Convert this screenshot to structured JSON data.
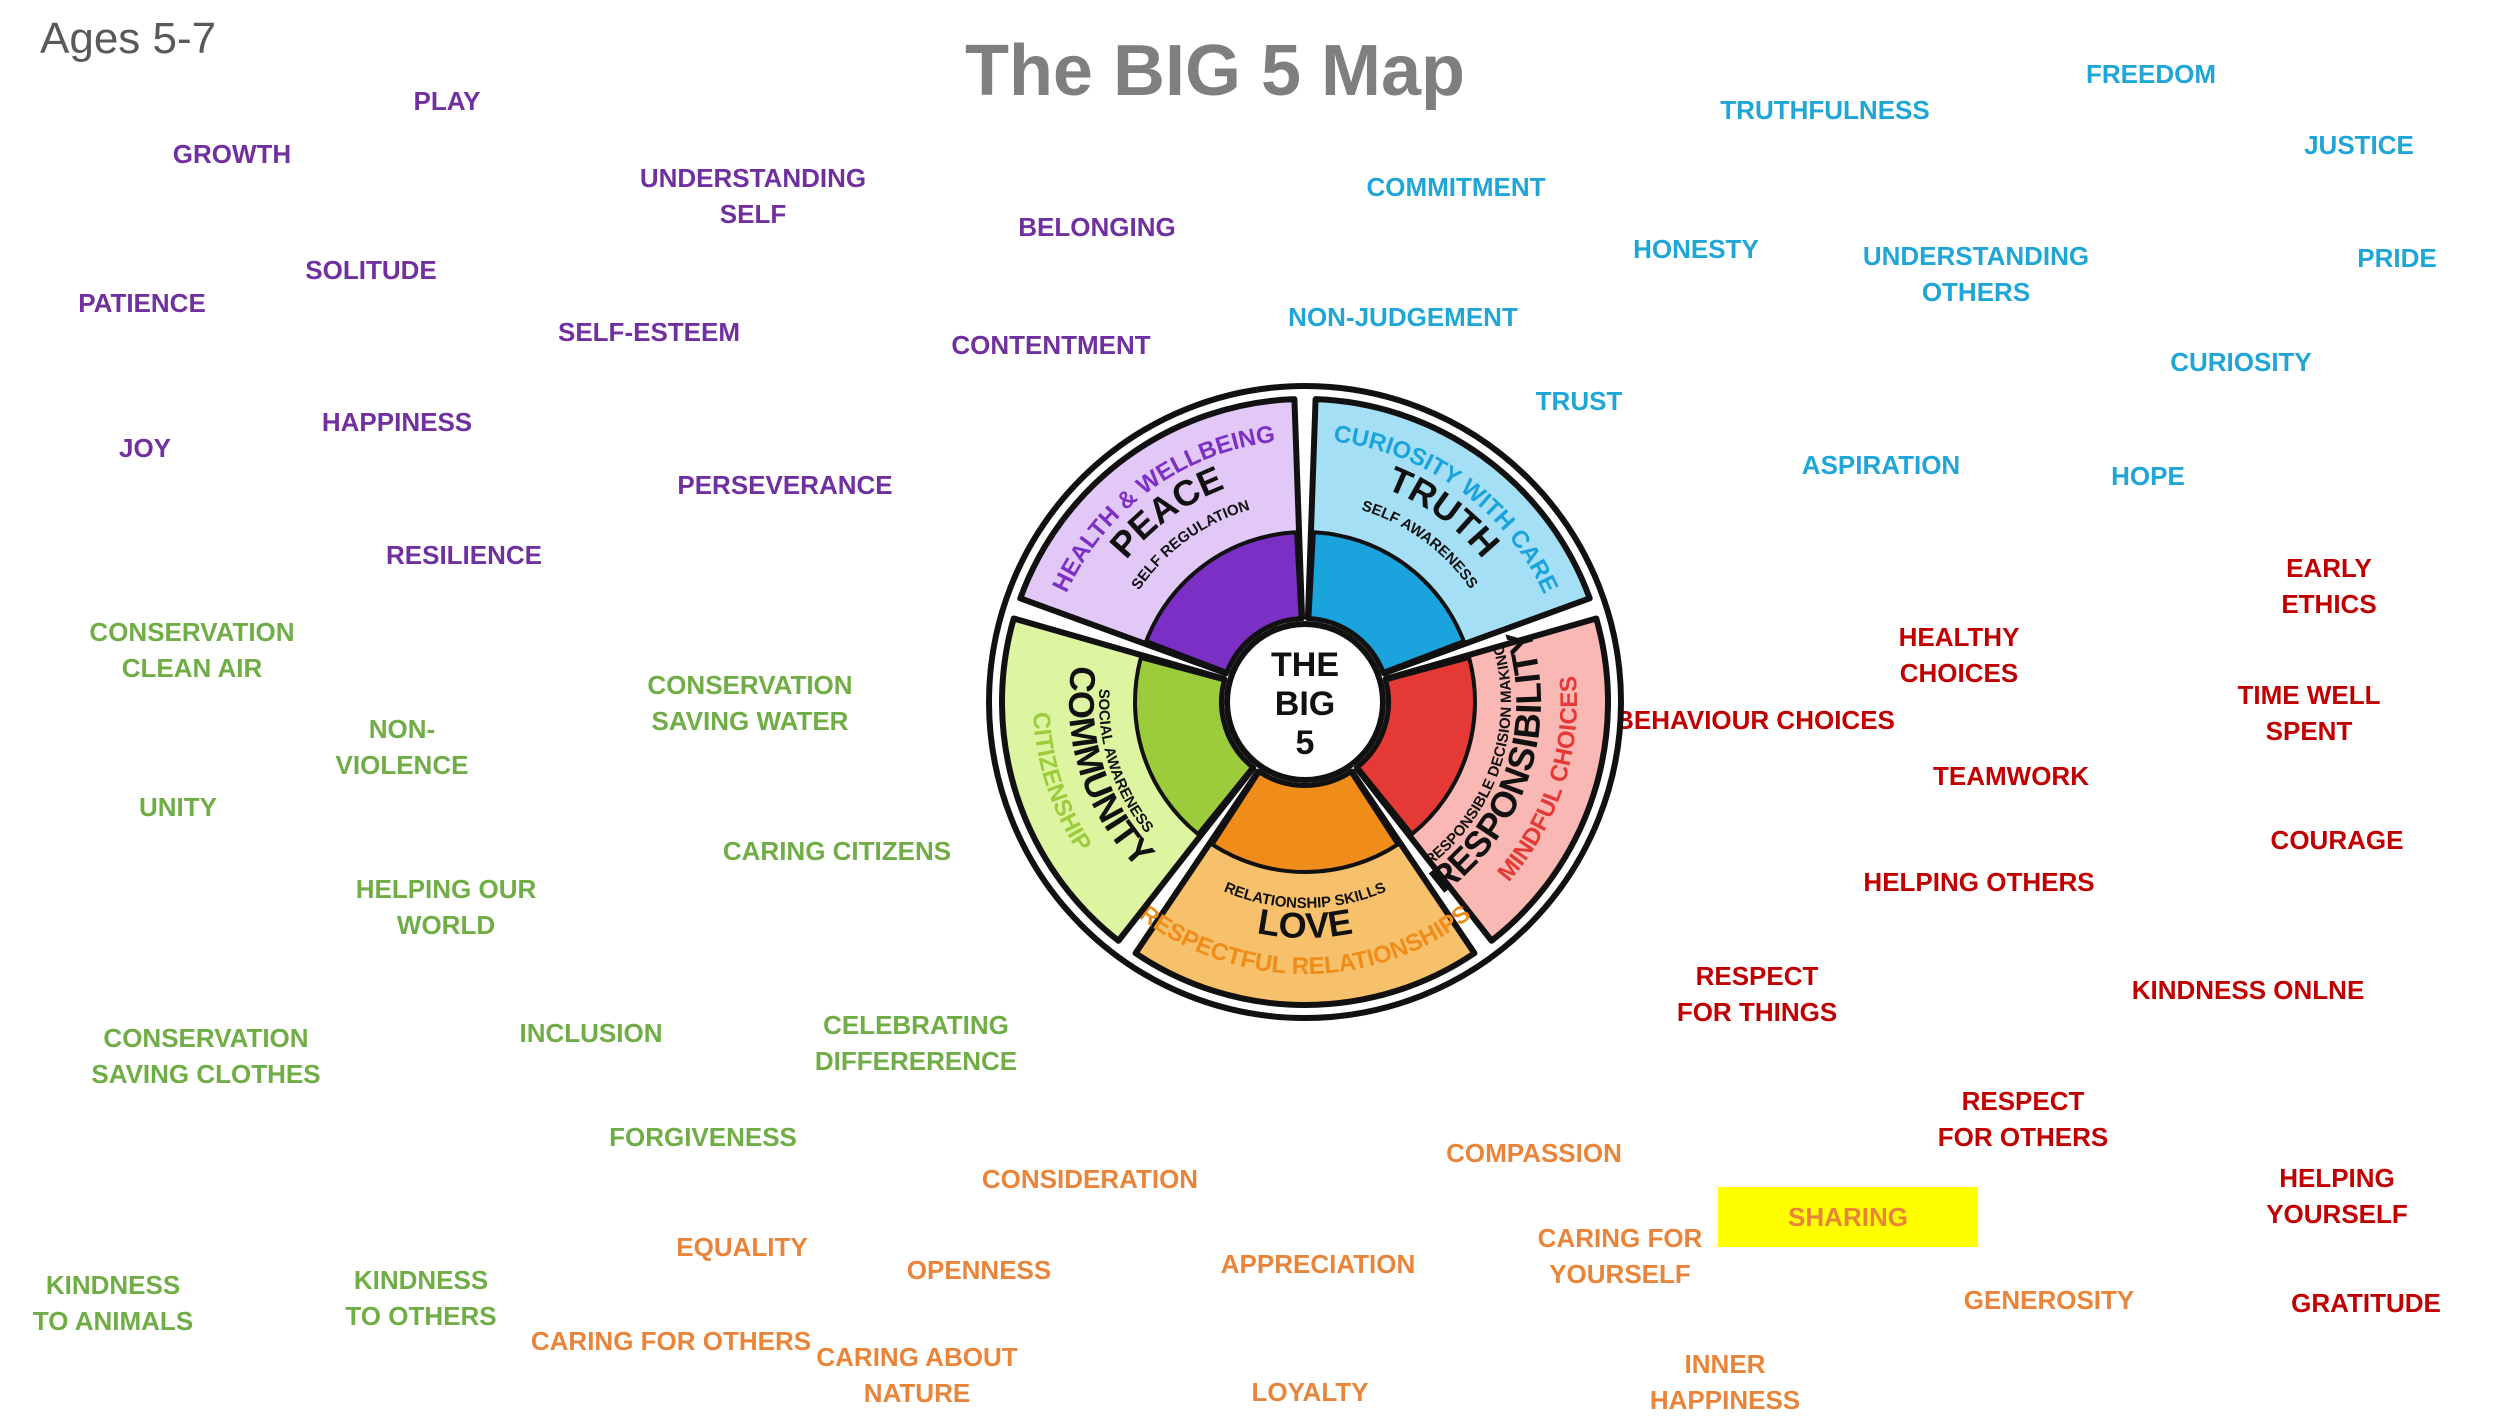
{
  "age_label": "Ages 5-7",
  "title": "The BIG 5 Map",
  "colors": {
    "peace": "#7030a0",
    "truth": "#1fa6d6",
    "responsibility": "#c00000",
    "love": "#e9853a",
    "community": "#70ad47",
    "highlight": "#ffff00"
  },
  "wheel": {
    "center": [
      "THE",
      "BIG",
      "5"
    ],
    "segments": [
      {
        "title": "PEACE",
        "outer": "HEALTH & WELLBEING",
        "inner": "SELF REGULATION",
        "fill": "#e2c8f7",
        "inner_fill": "#7b2fc4"
      },
      {
        "title": "TRUTH",
        "outer": "CURIOSITY WITH CARE",
        "inner": "SELF AWARENESS",
        "fill": "#a5dff5",
        "inner_fill": "#1aa3dc"
      },
      {
        "title": "RESPONSIBILITY",
        "outer": "MINDFUL CHOICES",
        "inner": "RESPONSIBLE DECISION MAKING",
        "fill": "#f9b8b4",
        "inner_fill": "#e53935"
      },
      {
        "title": "LOVE",
        "outer": "RESPECTFUL RELATIONSHIPS",
        "inner": "RELATIONSHIP SKILLS",
        "fill": "#f7c06a",
        "inner_fill": "#f08c1a"
      },
      {
        "title": "COMMUNITY",
        "outer": "CITIZENSHIP",
        "inner": "SOCIAL AWARENESS",
        "fill": "#ddf5a0",
        "inner_fill": "#9ccc3c"
      }
    ]
  },
  "peace_words": [
    "PLAY",
    "GROWTH",
    "UNDERSTANDING\nSELF",
    "BELONGING",
    "SOLITUDE",
    "PATIENCE",
    "SELF-ESTEEM",
    "CONTENTMENT",
    "HAPPINESS",
    "JOY",
    "PERSEVERANCE",
    "RESILIENCE"
  ],
  "truth_words": [
    "FREEDOM",
    "TRUTHFULNESS",
    "JUSTICE",
    "COMMITMENT",
    "HONESTY",
    "UNDERSTANDING\nOTHERS",
    "PRIDE",
    "NON-JUDGEMENT",
    "CURIOSITY",
    "TRUST",
    "ASPIRATION",
    "HOPE"
  ],
  "responsibility_words": [
    "EARLY ETHICS",
    "HEALTHY\nCHOICES",
    "BEHAVIOUR CHOICES",
    "TIME WELL SPENT",
    "TEAMWORK",
    "COURAGE",
    "HELPING OTHERS",
    "RESPECT\nFOR THINGS",
    "KINDNESS ONLNE",
    "RESPECT\nFOR OTHERS",
    "HELPING YOURSELF",
    "GRATITUDE"
  ],
  "love_words": [
    "COMPASSION",
    "CONSIDERATION",
    "SHARING",
    "CARING FOR\nYOURSELF",
    "EQUALITY",
    "OPENNESS",
    "APPRECIATION",
    "GENEROSITY",
    "CARING FOR OTHERS",
    "CARING ABOUT\nNATURE",
    "LOYALTY",
    "INNER\nHAPPINESS"
  ],
  "community_words": [
    "CONSERVATION\nCLEAN AIR",
    "CONSERVATION\nSAVING WATER",
    "NON-\nVIOLENCE",
    "UNITY",
    "CARING CITIZENS",
    "HELPING OUR\nWORLD",
    "CONSERVATION\nSAVING CLOTHES",
    "INCLUSION",
    "CELEBRATING\nDIFFERERENCE",
    "FORGIVENESS",
    "KINDNESS\nTO ANIMALS",
    "KINDNESS\nTO OTHERS"
  ]
}
